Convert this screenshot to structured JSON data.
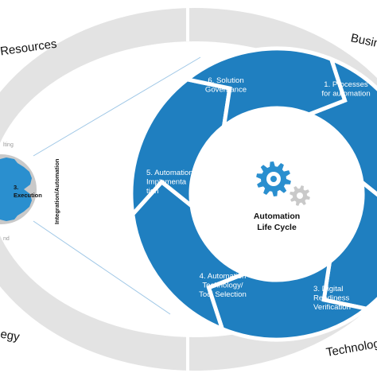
{
  "outer_ring": {
    "top_left": "Resources",
    "top_right": "Busin",
    "bottom_left": "egy",
    "bottom_right": "Technolog"
  },
  "left_gear": {
    "label_line1": "3.",
    "label_line2": "Execution",
    "faint_top": "lting",
    "faint_bottom": "nd"
  },
  "connector_label": "Integration/Automation",
  "cycle": {
    "center_line1": "Automation",
    "center_line2": "Life Cycle",
    "steps": [
      {
        "lines": [
          "1. Processes",
          "for automation"
        ]
      },
      {
        "lines": [
          "3. Digital",
          "Readiness",
          "Verification"
        ]
      },
      {
        "lines": [
          "4. Automation",
          "Technology/",
          "Tool Selection"
        ]
      },
      {
        "lines": [
          "5. Automation",
          "Implementa",
          "tion"
        ]
      },
      {
        "lines": [
          "6. Solution",
          "Governance"
        ]
      }
    ]
  },
  "colors": {
    "segment_blue": "#1f7fc0",
    "segment_edge": "#ffffff",
    "ring_gray": "#e3e3e3",
    "gear_blue": "#2a8fcf",
    "gear_gray": "#c9c9c9"
  },
  "icons": {
    "large_gear": "gear-icon",
    "small_gear": "small-gear-icon"
  }
}
